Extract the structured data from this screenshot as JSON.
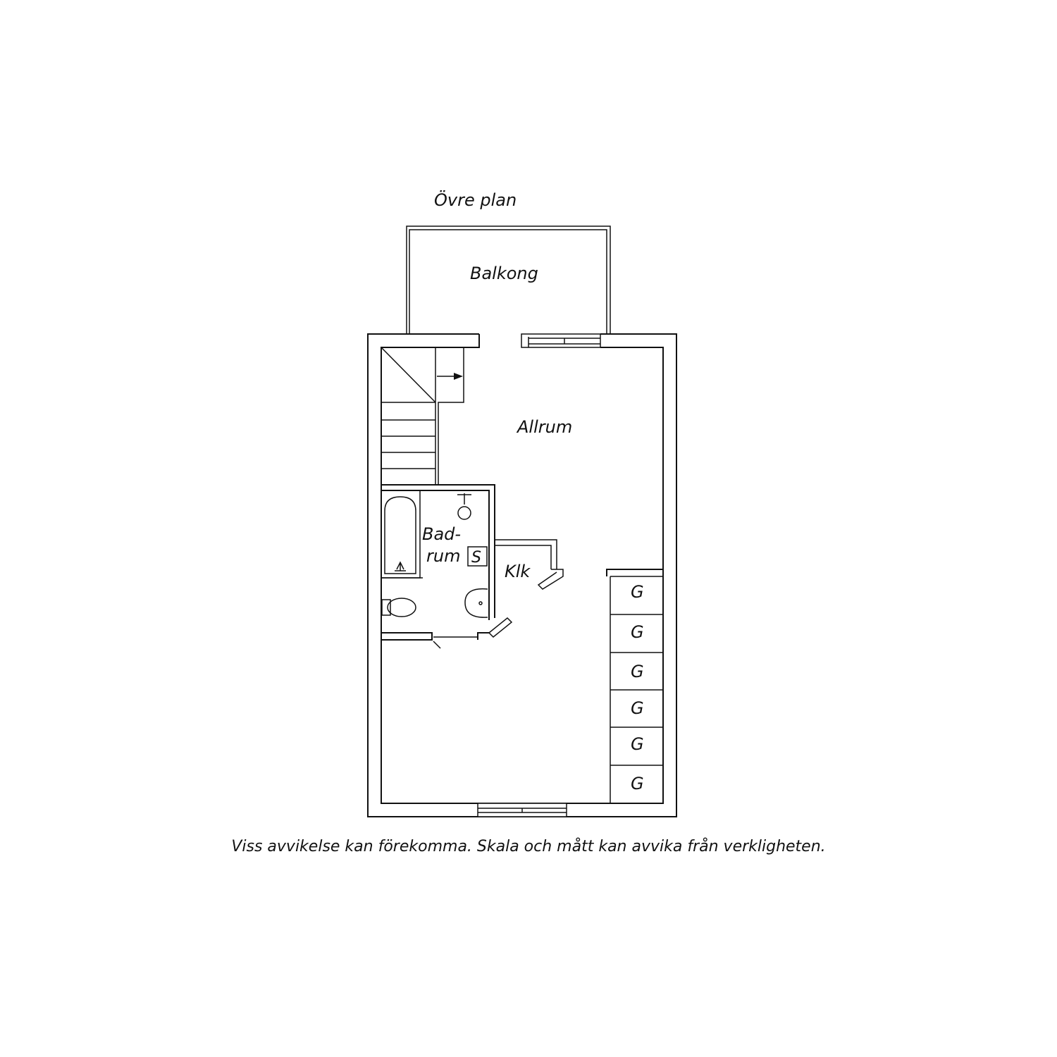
{
  "title": "Övre plan",
  "rooms": {
    "balcony": "Balkong",
    "living": "Allrum",
    "bathroom_line1": "Bad-",
    "bathroom_line2": "rum",
    "closet": "Klk"
  },
  "fixtures": {
    "shower_symbol": "S",
    "wardrobe_symbol": "G",
    "wardrobe_count": 6
  },
  "footer_note": "Viss avvikelse kan förekomma. Skala och mått kan avvika från verkligheten."
}
